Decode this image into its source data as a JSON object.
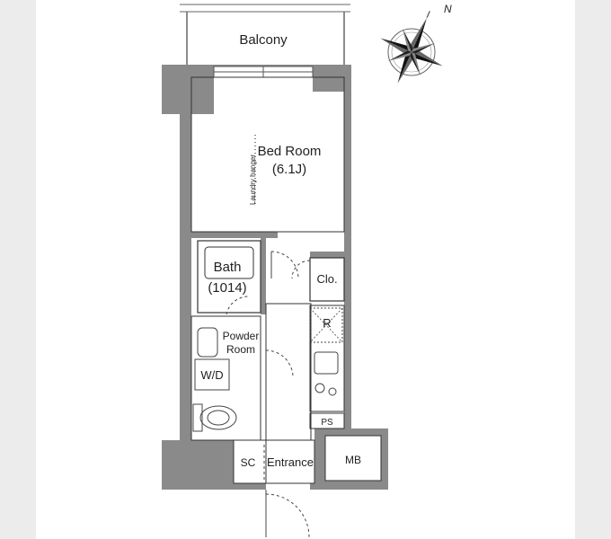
{
  "floorplan": {
    "rooms": {
      "balcony": "Balcony",
      "bedroom": "Bed Room",
      "bedroom_size": "(6.1J)",
      "laundry_hanger": "Laundry hanger",
      "bath": "Bath",
      "bath_size": "(1014)",
      "powder_room_line1": "Powder",
      "powder_room_line2": "Room",
      "washer_dryer": "W/D",
      "closet": "Clo.",
      "refrigerator": "R",
      "pipe_space": "PS",
      "shoe_cabinet": "SC",
      "entrance": "Entrance",
      "meter_box": "MB"
    },
    "compass": {
      "north": "N",
      "icon": "compass-rose-icon"
    },
    "colors": {
      "wall": "#8a8a8a",
      "line": "#333333",
      "page_background": "#ececec",
      "plan_background": "#ffffff"
    }
  }
}
